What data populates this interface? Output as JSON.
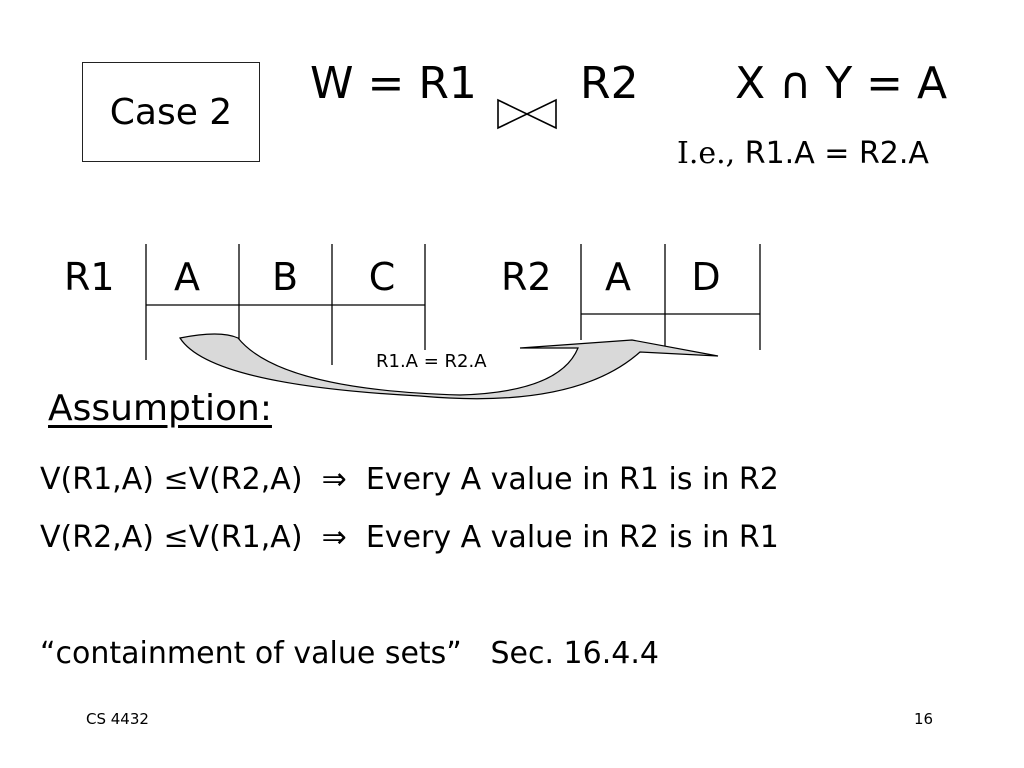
{
  "case_label": "Case 2",
  "formula": {
    "join_left": "W = R1",
    "join_right": "R2",
    "intersection": "X ∩ Y = A",
    "ie_prefix": "I.e.,",
    "ie_rest": " R1.A = R2.A"
  },
  "relations": {
    "r1": {
      "name": "R1",
      "columns": [
        "A",
        "B",
        "C"
      ]
    },
    "r2": {
      "name": "R2",
      "columns": [
        "A",
        "D"
      ]
    }
  },
  "join_condition": "R1.A = R2.A",
  "assumption": {
    "heading": "Assumption:",
    "lines": [
      {
        "left": "V(R1,A)",
        "op": "≤",
        "right": "V(R2,A)",
        "implies": "⇒",
        "text": "Every A value in R1 is in R2"
      },
      {
        "left": "V(R2,A)",
        "op": "≤",
        "right": "V(R1,A)",
        "implies": "⇒",
        "text": "Every A value in R2 is in R1"
      }
    ]
  },
  "containment": {
    "quote": "“containment of value sets”",
    "section": "Sec. 16.4.4"
  },
  "footer": {
    "course": "CS 4432",
    "page": "16"
  },
  "icons": {
    "join": "bowtie-join-icon"
  }
}
